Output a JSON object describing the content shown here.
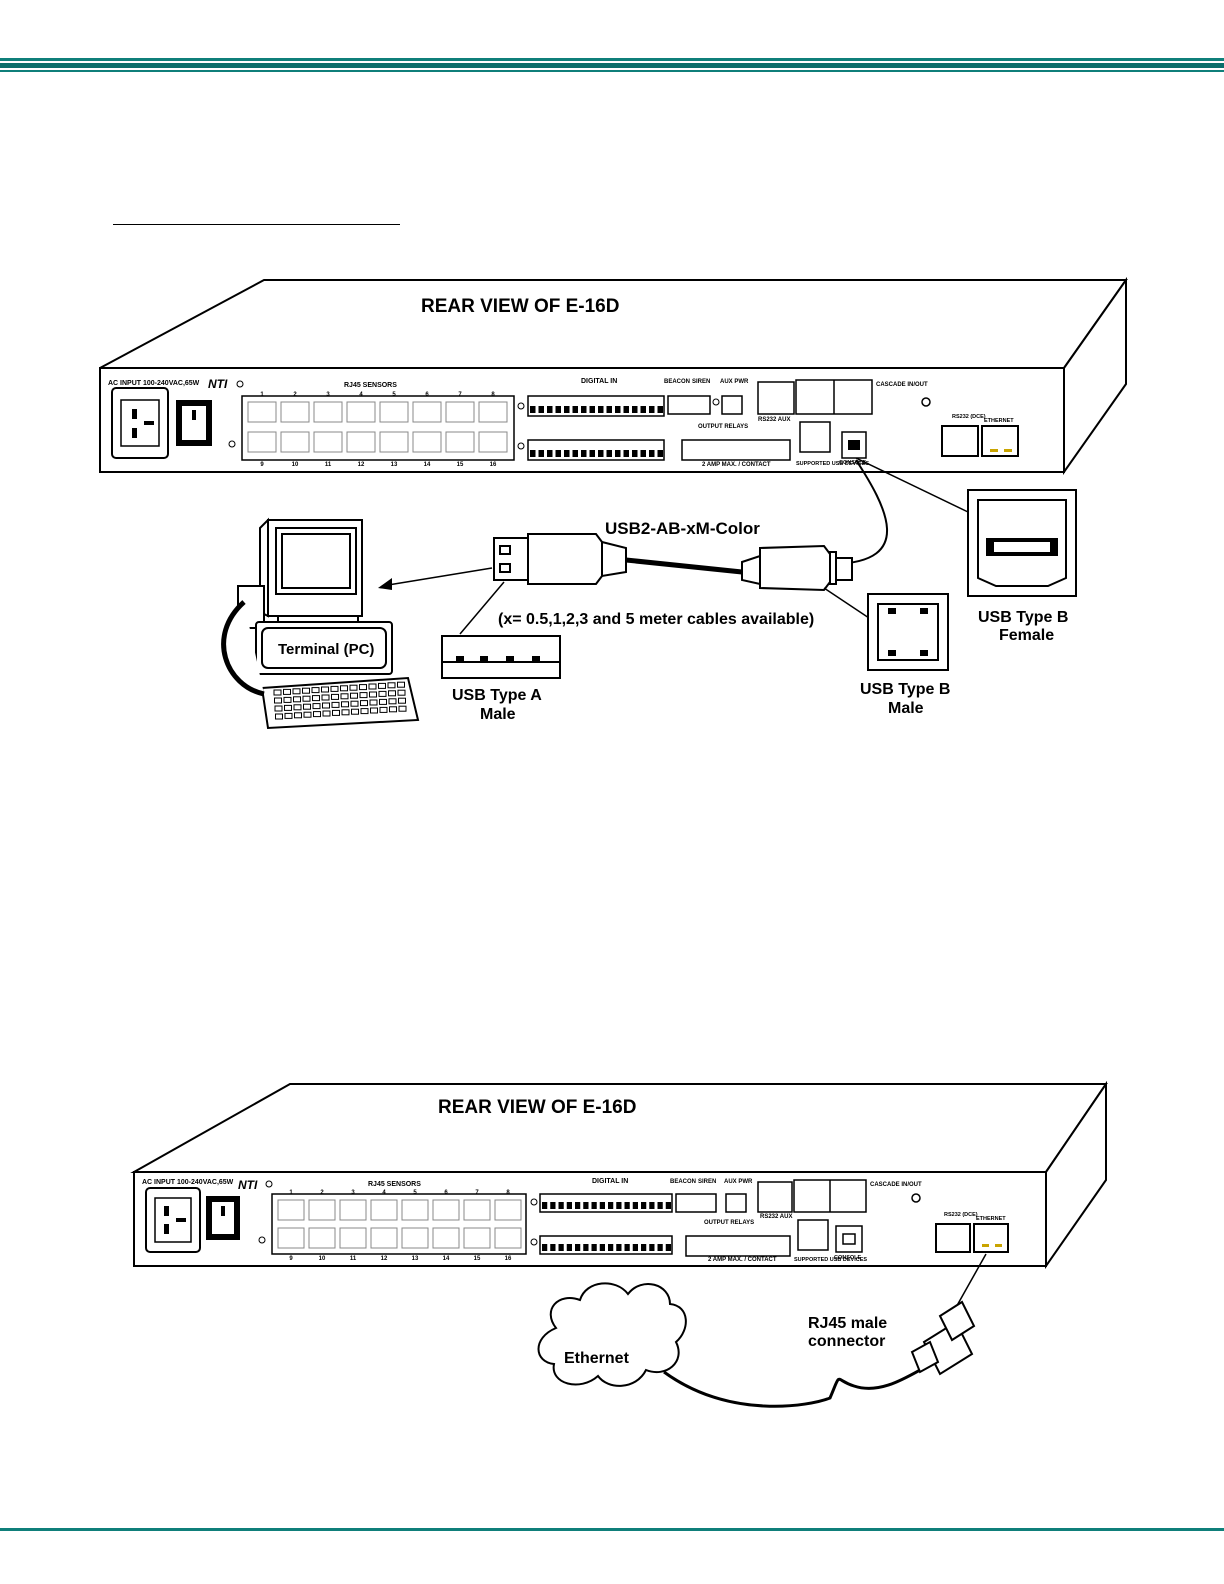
{
  "figure1": {
    "title": "REAR VIEW OF E-16D",
    "panel": {
      "ac_input": "AC INPUT 100-240VAC,65W",
      "logo": "NTI",
      "rj45_sensors": "RJ45 SENSORS",
      "ports_top": [
        "1",
        "2",
        "3",
        "4",
        "5",
        "6",
        "7",
        "8"
      ],
      "ports_bottom": [
        "9",
        "10",
        "11",
        "12",
        "13",
        "14",
        "15",
        "16"
      ],
      "digital_in": "DIGITAL IN",
      "beacon": "BEACON",
      "siren": "SIREN",
      "aux_pwr": "AUX PWR",
      "output_relays": "OUTPUT RELAYS",
      "two_amp": "2 AMP MAX. / CONTACT",
      "rs232_aux": "RS232 AUX",
      "cascade": "CASCADE IN/OUT",
      "supported_usb": "SUPPORTED USB DEVICES",
      "console": "CONSOLE",
      "rs232_dce": "RS232 (DCE)",
      "ethernet": "ETHERNET"
    },
    "cable_name": "USB2-AB-xM-Color",
    "cable_note": "(x= 0.5,1,2,3 and 5 meter cables available)",
    "terminal": "Terminal (PC)",
    "usb_a_line1": "USB Type A",
    "usb_a_line2": "Male",
    "usb_b_male_line1": "USB Type B",
    "usb_b_male_line2": "Male",
    "usb_b_female_line1": "USB Type B",
    "usb_b_female_line2": "Female"
  },
  "figure2": {
    "title": "REAR VIEW OF E-16D",
    "panel": {
      "ac_input": "AC INPUT 100-240VAC,65W",
      "logo": "NTI",
      "rj45_sensors": "RJ45 SENSORS",
      "ports_top": [
        "1",
        "2",
        "3",
        "4",
        "5",
        "6",
        "7",
        "8"
      ],
      "ports_bottom": [
        "9",
        "10",
        "11",
        "12",
        "13",
        "14",
        "15",
        "16"
      ],
      "digital_in": "DIGITAL IN",
      "beacon": "BEACON",
      "siren": "SIREN",
      "aux_pwr": "AUX PWR",
      "output_relays": "OUTPUT RELAYS",
      "two_amp": "2 AMP MAX. / CONTACT",
      "rs232_aux": "RS232 AUX",
      "cascade": "CASCADE IN/OUT",
      "supported_usb": "SUPPORTED USB DEVICES",
      "console": "CONSOLE",
      "rs232_dce": "RS232 (DCE)",
      "ethernet": "ETHERNET"
    },
    "cloud_label": "Ethernet",
    "rj45_line1": "RJ45 male",
    "rj45_line2": "connector"
  }
}
